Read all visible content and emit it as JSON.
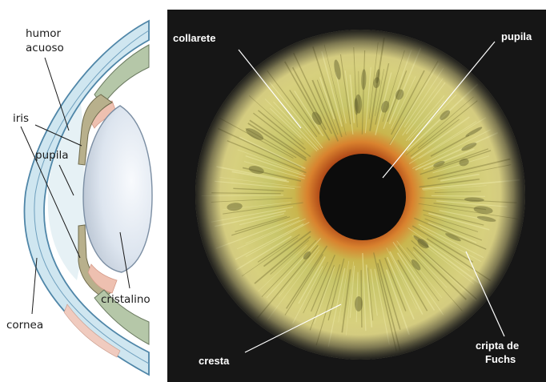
{
  "left_panel": {
    "labels": {
      "humor": "humor",
      "acuoso": "acuoso",
      "iris": "iris",
      "pupila": "pupila",
      "cristalino": "cristalino",
      "cornea": "cornea"
    }
  },
  "right_panel": {
    "labels": {
      "collarete": "collarete",
      "pupila": "pupila",
      "cresta": "cresta",
      "cripta_line1": "cripta de",
      "cripta_line2": "Fuchs"
    }
  },
  "colors": {
    "background": "#ffffff",
    "photo_background": "#161616",
    "iris_base": "#d8d27c",
    "iris_inner_ring": "#c9742c",
    "pupil": "#0c0c0c",
    "cornea_fill": "#cfe6f0",
    "cornea_stroke": "#4f86a8",
    "lens_fill": "#e8eef6",
    "iris_tissue": "#b8b08c",
    "ciliary_pink": "#eec0b0"
  }
}
